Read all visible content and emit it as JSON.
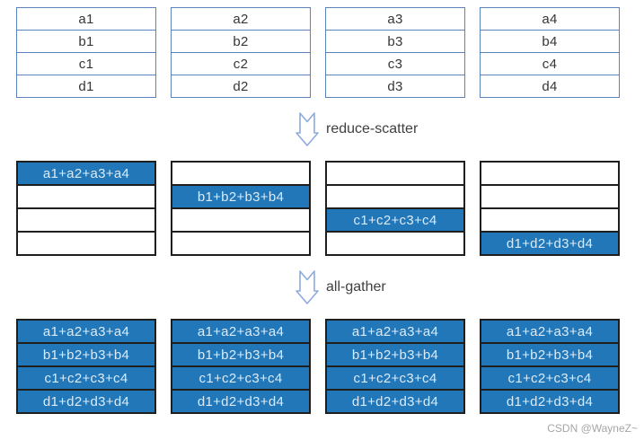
{
  "stages": {
    "input": {
      "tables": [
        {
          "cells": [
            "a1",
            "b1",
            "c1",
            "d1"
          ]
        },
        {
          "cells": [
            "a2",
            "b2",
            "c2",
            "d2"
          ]
        },
        {
          "cells": [
            "a3",
            "b3",
            "c3",
            "d3"
          ]
        },
        {
          "cells": [
            "a4",
            "b4",
            "c4",
            "d4"
          ]
        }
      ]
    },
    "reduce_scatter": {
      "arrow_label": "reduce-scatter",
      "tables": [
        {
          "cells": [
            "a1+a2+a3+a4",
            "",
            "",
            ""
          ]
        },
        {
          "cells": [
            "",
            "b1+b2+b3+b4",
            "",
            ""
          ]
        },
        {
          "cells": [
            "",
            "",
            "c1+c2+c3+c4",
            ""
          ]
        },
        {
          "cells": [
            "",
            "",
            "",
            "d1+d2+d3+d4"
          ]
        }
      ]
    },
    "all_gather": {
      "arrow_label": "all-gather",
      "tables": [
        {
          "cells": [
            "a1+a2+a3+a4",
            "b1+b2+b3+b4",
            "c1+c2+c3+c4",
            "d1+d2+d3+d4"
          ]
        },
        {
          "cells": [
            "a1+a2+a3+a4",
            "b1+b2+b3+b4",
            "c1+c2+c3+c4",
            "d1+d2+d3+d4"
          ]
        },
        {
          "cells": [
            "a1+a2+a3+a4",
            "b1+b2+b3+b4",
            "c1+c2+c3+c4",
            "d1+d2+d3+d4"
          ]
        },
        {
          "cells": [
            "a1+a2+a3+a4",
            "b1+b2+b3+b4",
            "c1+c2+c3+c4",
            "d1+d2+d3+d4"
          ]
        }
      ]
    }
  },
  "watermark": "CSDN @WayneZ~",
  "colors": {
    "highlight_fill": "#2277b8",
    "highlight_text": "#dcebf7",
    "light_table_border": "#5b82bb",
    "dark_table_border": "#1f1f1f",
    "arrow_outline": "#8faadc",
    "label_text": "#3f3f3f",
    "watermark_text": "#a6a6a6"
  }
}
